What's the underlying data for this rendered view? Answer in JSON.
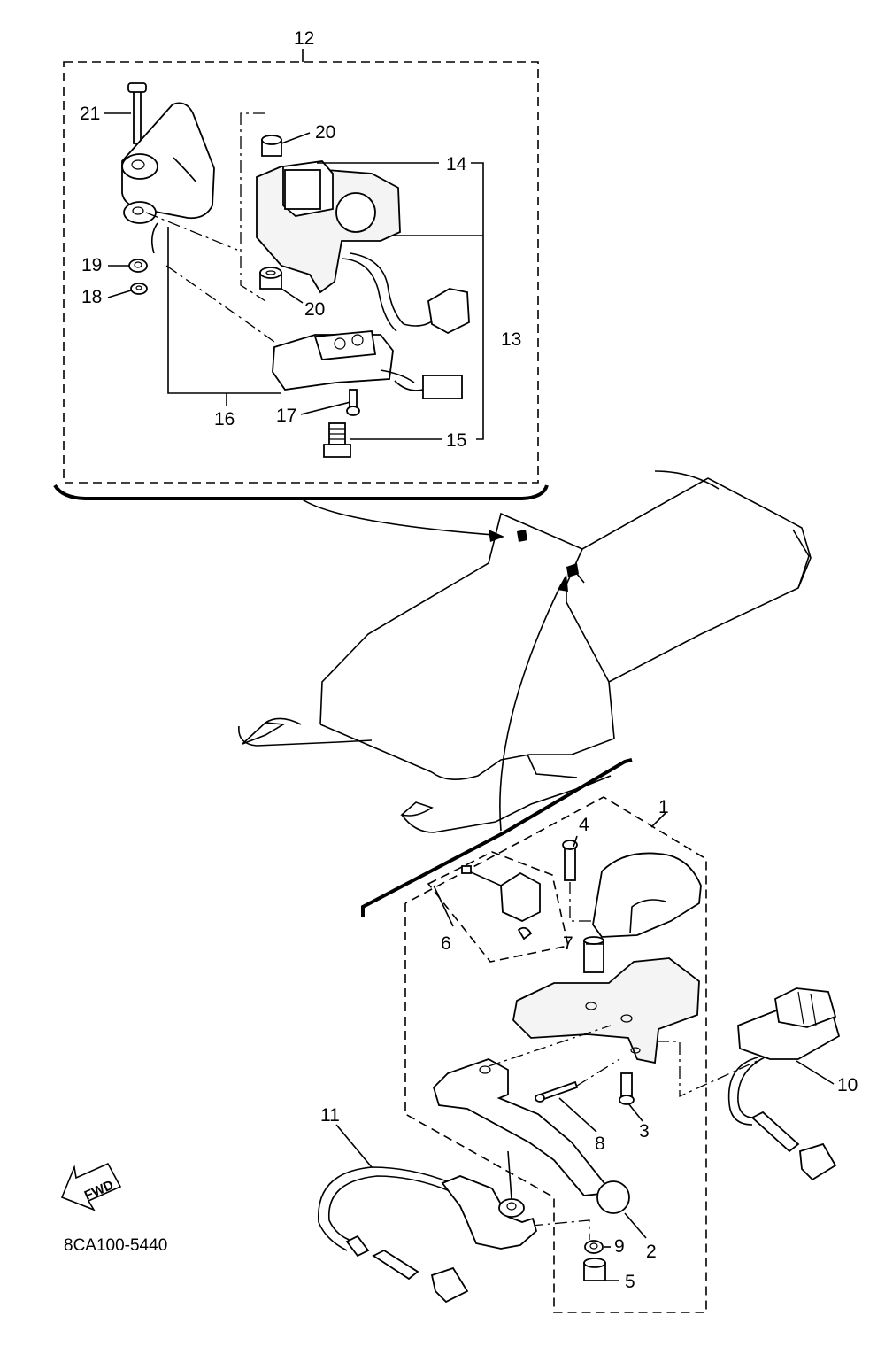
{
  "diagram_code": "8CA100-5440",
  "fwd_label": "FWD",
  "callouts": {
    "c1": "1",
    "c2": "2",
    "c3": "3",
    "c4": "4",
    "c5": "5",
    "c6": "6",
    "c7": "7",
    "c8": "8",
    "c9": "9",
    "c10": "10",
    "c11": "11",
    "c12": "12",
    "c13": "13",
    "c14": "14",
    "c15": "15",
    "c16": "16",
    "c17": "17",
    "c18": "18",
    "c19": "19",
    "c20a": "20",
    "c20b": "20",
    "c21": "21"
  }
}
